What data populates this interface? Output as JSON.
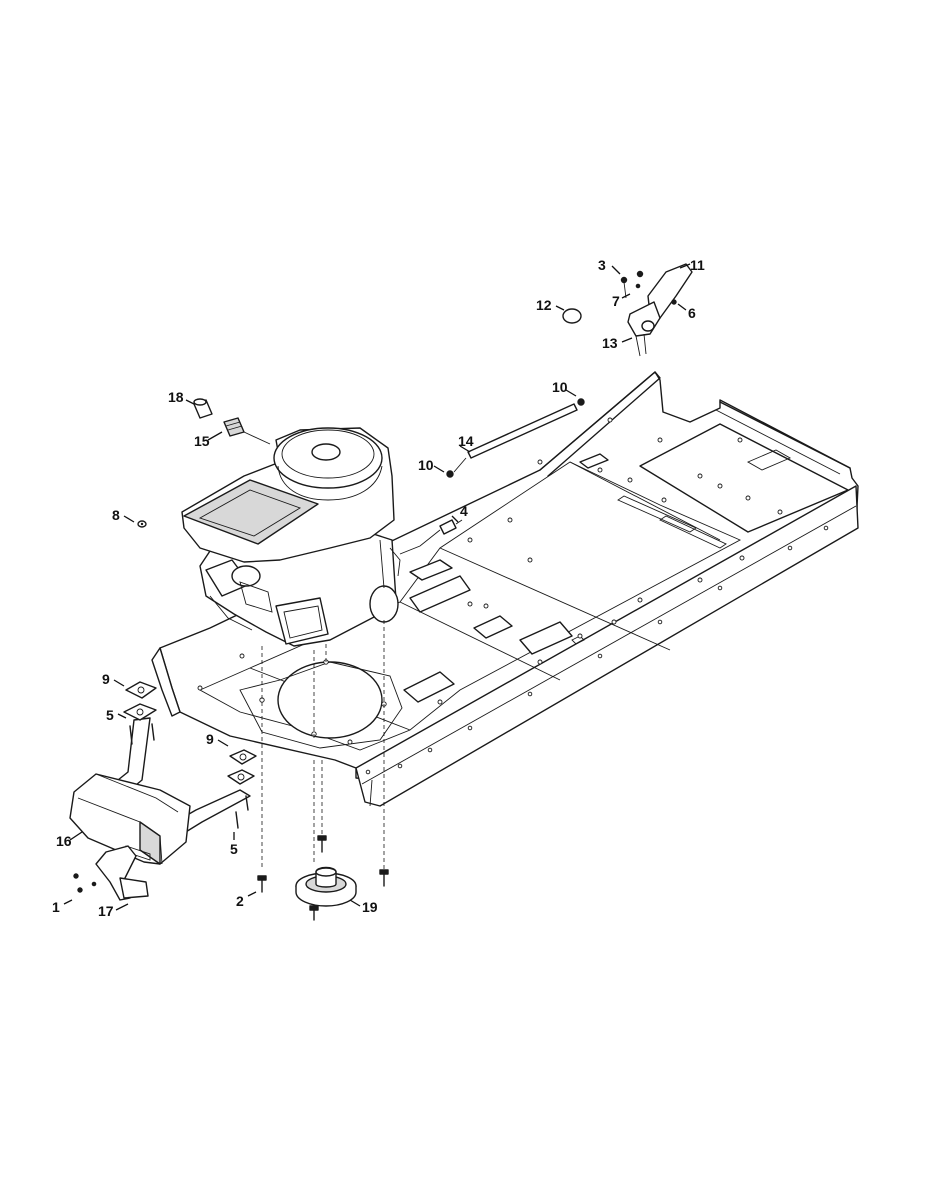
{
  "callouts": [
    {
      "id": "c1",
      "label": "1"
    },
    {
      "id": "c2",
      "label": "2"
    },
    {
      "id": "c3",
      "label": "3"
    },
    {
      "id": "c4",
      "label": "4"
    },
    {
      "id": "c5a",
      "label": "5"
    },
    {
      "id": "c5b",
      "label": "5"
    },
    {
      "id": "c6",
      "label": "6"
    },
    {
      "id": "c7",
      "label": "7"
    },
    {
      "id": "c8",
      "label": "8"
    },
    {
      "id": "c9a",
      "label": "9"
    },
    {
      "id": "c9b",
      "label": "9"
    },
    {
      "id": "c10a",
      "label": "10"
    },
    {
      "id": "c10b",
      "label": "10"
    },
    {
      "id": "c11",
      "label": "11"
    },
    {
      "id": "c12",
      "label": "12"
    },
    {
      "id": "c13",
      "label": "13"
    },
    {
      "id": "c14",
      "label": "14"
    },
    {
      "id": "c15",
      "label": "15"
    },
    {
      "id": "c16",
      "label": "16"
    },
    {
      "id": "c17",
      "label": "17"
    },
    {
      "id": "c18",
      "label": "18"
    },
    {
      "id": "c19",
      "label": "19"
    }
  ]
}
